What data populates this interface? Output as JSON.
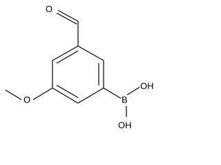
{
  "molecule": {
    "atoms": {
      "aldehyde_oxygen": "O",
      "methoxy_oxygen": "O",
      "boron": "B",
      "hydroxyl_upper": "OH",
      "hydroxyl_lower": "OH"
    }
  }
}
